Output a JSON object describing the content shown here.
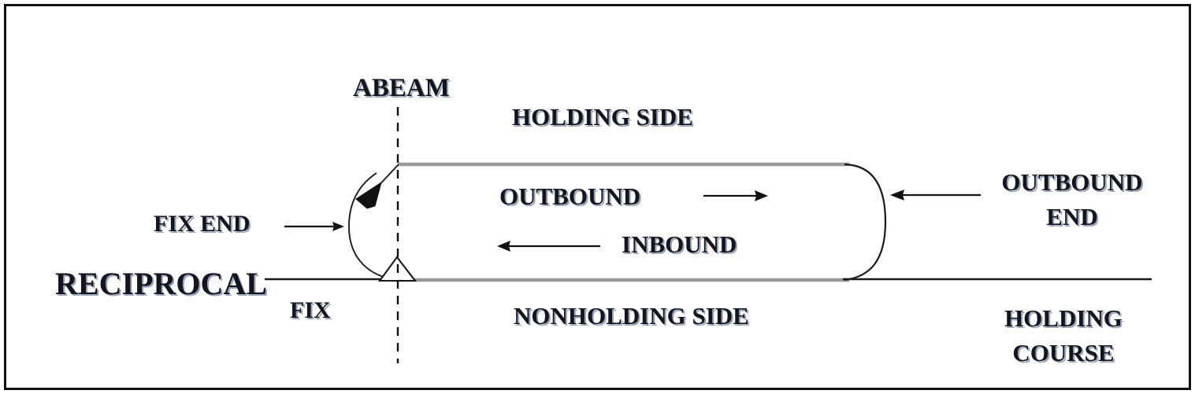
{
  "diagram": {
    "title": "Holding Pattern Diagram",
    "border_color": "#111111",
    "background": "#ffffff",
    "track_color_light": "#9a9a9a",
    "track_color_dark": "#1a1a1a",
    "text_color": "#15151f",
    "text_shadow_color": "#9aa4bb",
    "labels": {
      "abeam": "ABEAM",
      "holding_side": "HOLDING SIDE",
      "outbound": "OUTBOUND",
      "inbound": "INBOUND",
      "fix_end": "FIX END",
      "outbound_end_line1": "OUTBOUND",
      "outbound_end_line2": "END",
      "reciprocal": "RECIPROCAL",
      "fix": "FIX",
      "nonholding_side": "NONHOLDING SIDE",
      "holding_course_line1": "HOLDING",
      "holding_course_line2": "COURSE"
    },
    "icons": {
      "fix_end_pointer": "arrow-right-icon",
      "outbound_direction": "arrow-right-icon",
      "inbound_direction": "arrow-left-icon",
      "outbound_end_pointer": "arrow-left-icon",
      "turn_direction": "arrowhead-icon",
      "fix_symbol": "triangle-fix-icon",
      "abeam_line": "dashed-line-icon"
    }
  }
}
